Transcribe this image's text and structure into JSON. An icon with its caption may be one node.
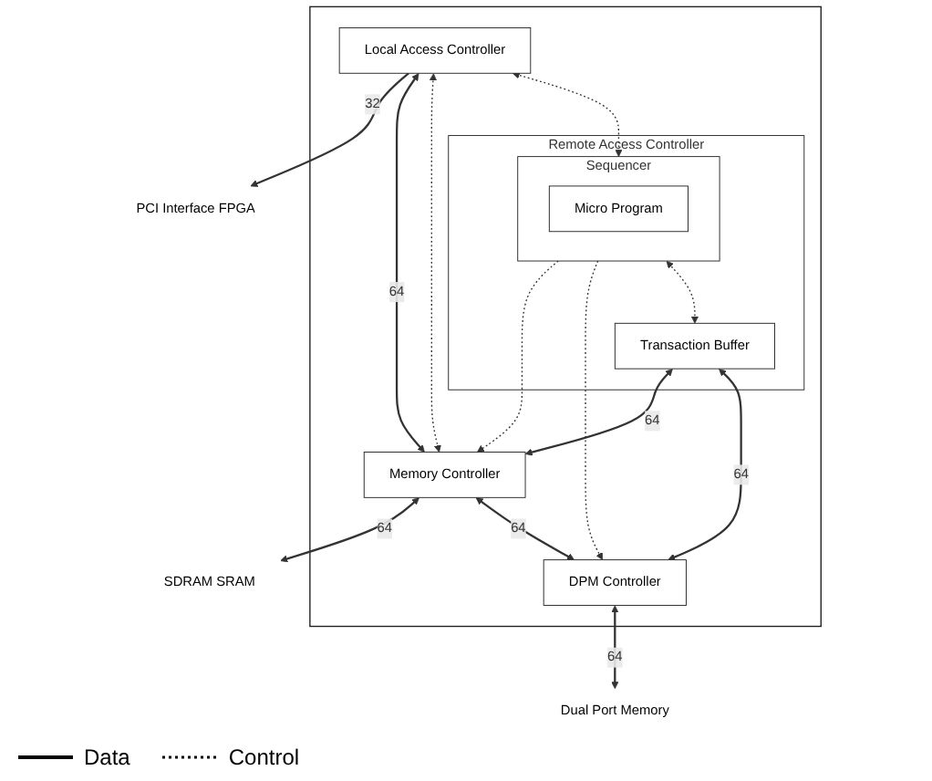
{
  "diagram": {
    "nodes": [
      {
        "text": [],
        "shape": "box"
      },
      {
        "text": [
          "PCI Interface FPGA"
        ]
      },
      {
        "text": [
          "Local Access Controller"
        ],
        "in": 0
      },
      {
        "text": [
          "Memory Controller"
        ],
        "in": 0
      },
      {
        "text": [
          "Remote Access Controller"
        ],
        "in": 0
      },
      {
        "text": [
          "Sequencer"
        ],
        "in": 4
      },
      {
        "text": [
          "Micro Program"
        ],
        "in": 5
      },
      {
        "text": [
          "Transaction Buffer"
        ],
        "in": 4
      },
      {
        "text": [
          "DPM Controller"
        ],
        "in": 0
      },
      {
        "text": [
          "SDRAM SRAM"
        ]
      },
      {
        "text": [
          "Dual Port Memory"
        ]
      }
    ],
    "edges": [
      {
        "from": 2,
        "to": 1,
        "arrow": "to",
        "label": "32"
      },
      {
        "from": 2,
        "to": 3,
        "arrow": "both",
        "label": "64"
      },
      {
        "from": 2,
        "to": 3,
        "arrow": "both",
        "style": "dashed"
      },
      {
        "from": 3,
        "to": 9,
        "arrow": "both",
        "label": "64"
      },
      {
        "from": 2,
        "to": 5,
        "arrow": "both",
        "style": "dashed"
      },
      {
        "from": 5,
        "to": 3,
        "arrow": "to",
        "style": "dashed"
      },
      {
        "from": 7,
        "to": 3,
        "arrow": "both",
        "label": "64"
      },
      {
        "from": 5,
        "to": 8,
        "arrow": "to",
        "style": "dashed"
      },
      {
        "from": 3,
        "to": 8,
        "arrow": "both",
        "label": "64"
      },
      {
        "from": 5,
        "to": 7,
        "arrow": "both",
        "style": "dashed"
      },
      {
        "from": 7,
        "to": 8,
        "arrow": "both",
        "label": "64"
      },
      {
        "from": 8,
        "to": 10,
        "arrow": "both",
        "label": "64"
      }
    ],
    "legend": [
      {
        "text": "Data"
      },
      {
        "text": "Control"
      }
    ]
  }
}
